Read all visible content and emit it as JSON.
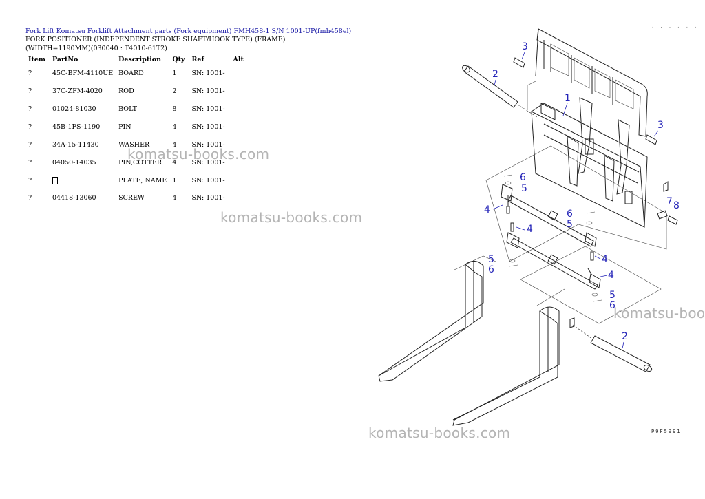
{
  "breadcrumb": {
    "link1": "Fork Lift Komatsu",
    "link2": "Forklift Attachment parts (Fork equipment)",
    "link3": "FMH458-1 S/N 1001-UP(fmh458el)"
  },
  "title_line1": "FORK POSITIONER (INDEPENDENT STROKE SHAFT/HOOK TYPE) (FRAME)",
  "title_line2": "(WIDTH=1190MM)(030040 : T4010-61T2)",
  "table": {
    "headers": {
      "item": "Item",
      "partno": "PartNo",
      "description": "Description",
      "qty": "Qty",
      "ref": "Ref",
      "alt": "Alt"
    },
    "rows": [
      {
        "item": "?",
        "partno": "45C-BFM-4110UE",
        "description": "BOARD",
        "qty": "1",
        "ref": "SN: 1001-"
      },
      {
        "item": "?",
        "partno": "37C-ZFM-4020",
        "description": "ROD",
        "qty": "2",
        "ref": "SN: 1001-"
      },
      {
        "item": "?",
        "partno": "01024-81030",
        "description": "BOLT",
        "qty": "8",
        "ref": "SN: 1001-"
      },
      {
        "item": "?",
        "partno": "45B-1FS-1190",
        "description": "PIN",
        "qty": "4",
        "ref": "SN: 1001-"
      },
      {
        "item": "?",
        "partno": "34A-15-11430",
        "description": "WASHER",
        "qty": "4",
        "ref": "SN: 1001-"
      },
      {
        "item": "?",
        "partno": "04050-14035",
        "description": "PIN,COTTER",
        "qty": "4",
        "ref": "SN: 1001-"
      },
      {
        "item": "?",
        "partno": "",
        "description": "PLATE, NAME",
        "qty": "1",
        "ref": "SN: 1001-"
      },
      {
        "item": "?",
        "partno": "04418-13060",
        "description": "SCREW",
        "qty": "4",
        "ref": "SN: 1001-"
      }
    ]
  },
  "watermark": "komatsu-books.com",
  "diagram": {
    "callouts": [
      "1",
      "2",
      "2",
      "3",
      "3",
      "4",
      "4",
      "4",
      "4",
      "5",
      "5",
      "5",
      "5",
      "6",
      "6",
      "6",
      "6",
      "7",
      "8"
    ],
    "drawing_code": "P9F5991",
    "corner_code": ". . . . . ."
  },
  "colors": {
    "link": "#1a1aa6",
    "callout": "#2424b8",
    "watermark": "#b4b4b4"
  }
}
